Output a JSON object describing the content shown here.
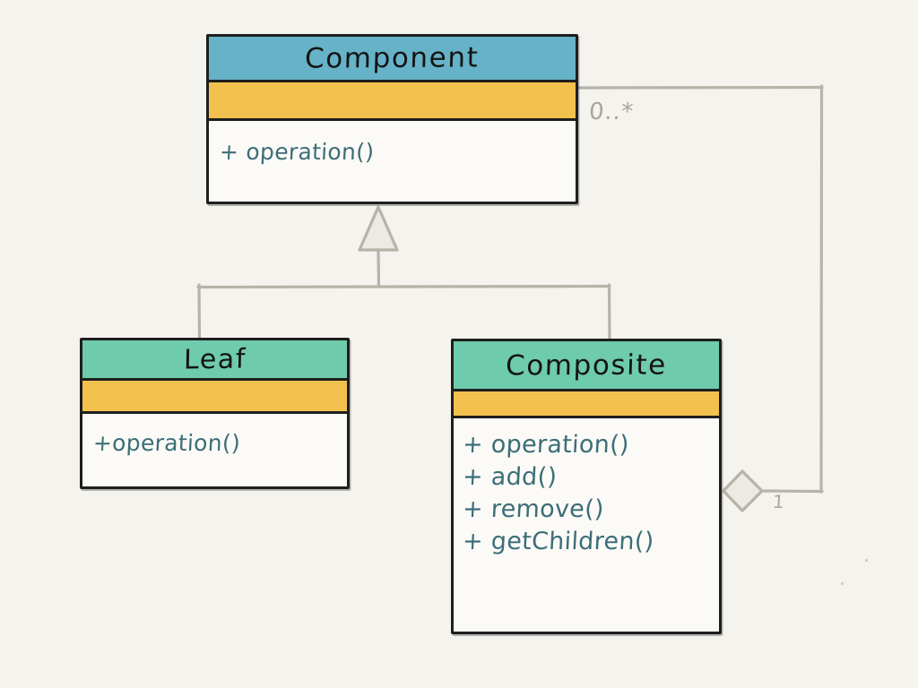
{
  "diagram": {
    "kind": "uml-class-diagram",
    "background_color": "#f4f3ee",
    "line_color": "#b6b3a8",
    "border_color": "#1e1e1e"
  },
  "classes": [
    {
      "id": "component",
      "name": "Component",
      "header_color": "#66b2c8",
      "attribute_band_color": "#f2c14e",
      "body_color": "#fbfaf7",
      "attributes": [],
      "operations": [
        "+ operation()"
      ]
    },
    {
      "id": "leaf",
      "name": "Leaf",
      "header_color": "#6ecbab",
      "attribute_band_color": "#f2c14e",
      "body_color": "#fbfaf7",
      "attributes": [],
      "operations": [
        "+operation()"
      ]
    },
    {
      "id": "composite",
      "name": "Composite",
      "header_color": "#6ecbab",
      "attribute_band_color": "#f2c14e",
      "body_color": "#fbfaf7",
      "attributes": [],
      "operations": [
        "+ operation()",
        "+ add()",
        "+ remove()",
        "+ getChildren()"
      ]
    }
  ],
  "relationships": [
    {
      "id": "leaf-inherits-component",
      "type": "generalization",
      "from": "Leaf",
      "to": "Component",
      "arrow": "hollow-triangle",
      "label": ""
    },
    {
      "id": "composite-inherits-component",
      "type": "generalization",
      "from": "Composite",
      "to": "Component",
      "arrow": "hollow-triangle",
      "label": ""
    },
    {
      "id": "composite-aggregates-component",
      "type": "aggregation",
      "from": "Composite",
      "to": "Component",
      "arrow": "hollow-diamond",
      "source_multiplicity": "1",
      "target_multiplicity": "0..*"
    }
  ],
  "labels": {
    "multiplicity_many": "0..*",
    "multiplicity_one": "1"
  }
}
